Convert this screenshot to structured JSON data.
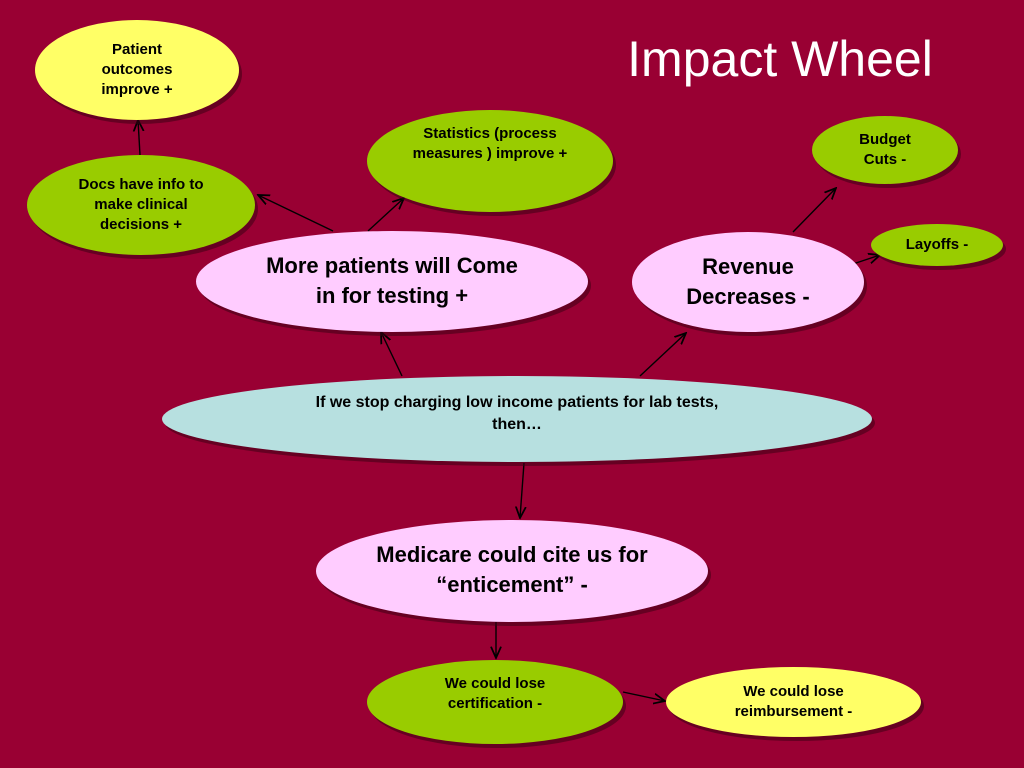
{
  "title": "Impact Wheel",
  "colors": {
    "background": "#990033",
    "yellow": "#ffff66",
    "green": "#99cc00",
    "pink": "#ffccff",
    "light_blue": "#b7e0e0",
    "arrow": "#000000"
  },
  "nodes": {
    "center": "If we stop charging low income patients for lab tests, then…",
    "more_patients": "More patients will Come in for testing +",
    "revenue": "Revenue Decreases -",
    "medicare": "Medicare could cite us for “enticement” -",
    "patient_outcomes": "Patient outcomes improve +",
    "docs_info": "Docs have info to make clinical decisions +",
    "statistics": "Statistics (process measures ) improve +",
    "budget_cuts": "Budget Cuts -",
    "layoffs": "Layoffs -",
    "lose_cert": "We could lose certification -",
    "lose_reimb": "We could lose reimbursement -"
  }
}
